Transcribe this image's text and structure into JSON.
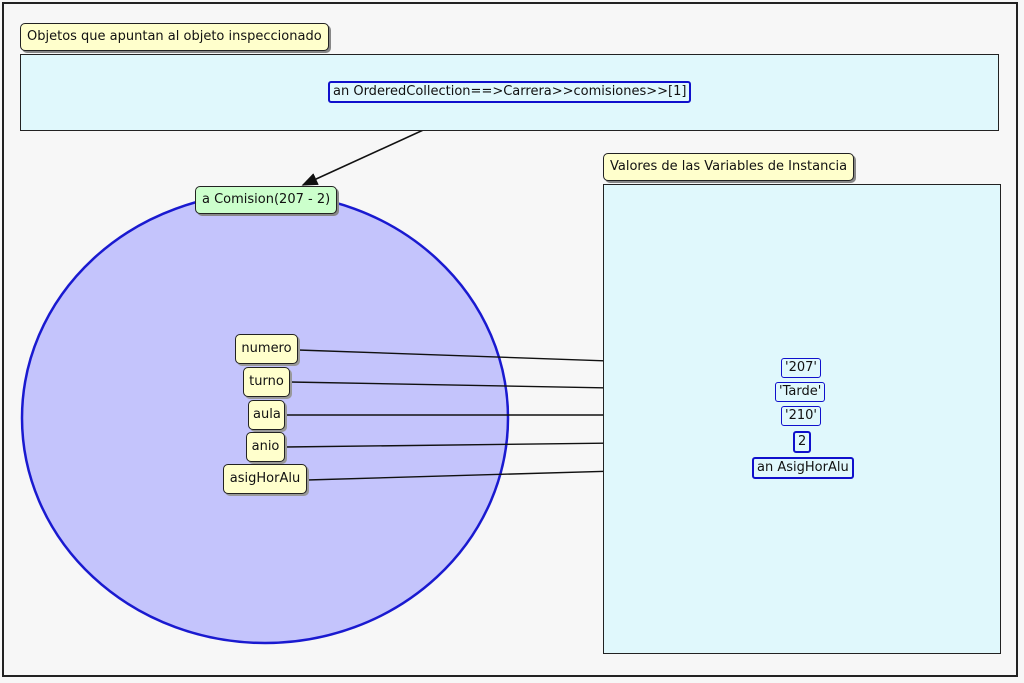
{
  "referrers": {
    "title": "Objetos que apuntan al objeto inspeccionado",
    "items": [
      "an OrderedCollection==>Carrera>>comisiones>>[1]"
    ]
  },
  "inspected": {
    "title": "a Comision(207 - 2)",
    "variables": [
      "numero",
      "turno",
      "aula",
      "anio",
      "asigHorAlu"
    ]
  },
  "values": {
    "title": "Valores de las Variables de Instancia",
    "items": [
      "'207'",
      "'Tarde'",
      "'210'",
      "2",
      "an AsigHorAlu"
    ]
  },
  "colors": {
    "circle_fill": "#c4c4fc",
    "circle_stroke": "#1a1ad0",
    "panel_fill": "#e0f8fc",
    "label_fill": "#ffffcc",
    "title_fill": "#ccffcc"
  }
}
